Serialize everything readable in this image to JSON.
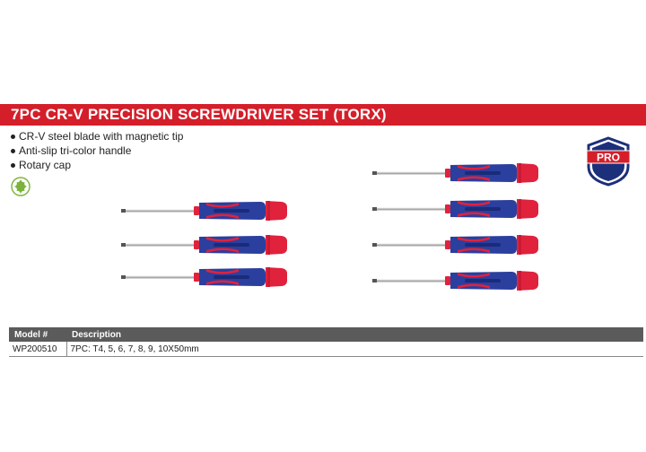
{
  "title": "7PC CR-V PRECISION SCREWDRIVER SET (TORX)",
  "features": [
    "CR-V steel blade with magnetic tip",
    "Anti-slip tri-color handle",
    "Rotary cap"
  ],
  "icons": {
    "torx": "torx-star-icon",
    "badge": "pro-badge-icon"
  },
  "badge_text": "PRO",
  "colors": {
    "title_bg": "#d41f2a",
    "handle_blue": "#2b3f9e",
    "handle_red": "#e0223c",
    "table_header": "#5b5b5b",
    "torx_green": "#7bb23a"
  },
  "table": {
    "headers": [
      "Model #",
      "Description"
    ],
    "rows": [
      [
        "WP200510",
        "7PC: T4, 5, 6, 7, 8, 9, 10X50mm"
      ]
    ]
  }
}
